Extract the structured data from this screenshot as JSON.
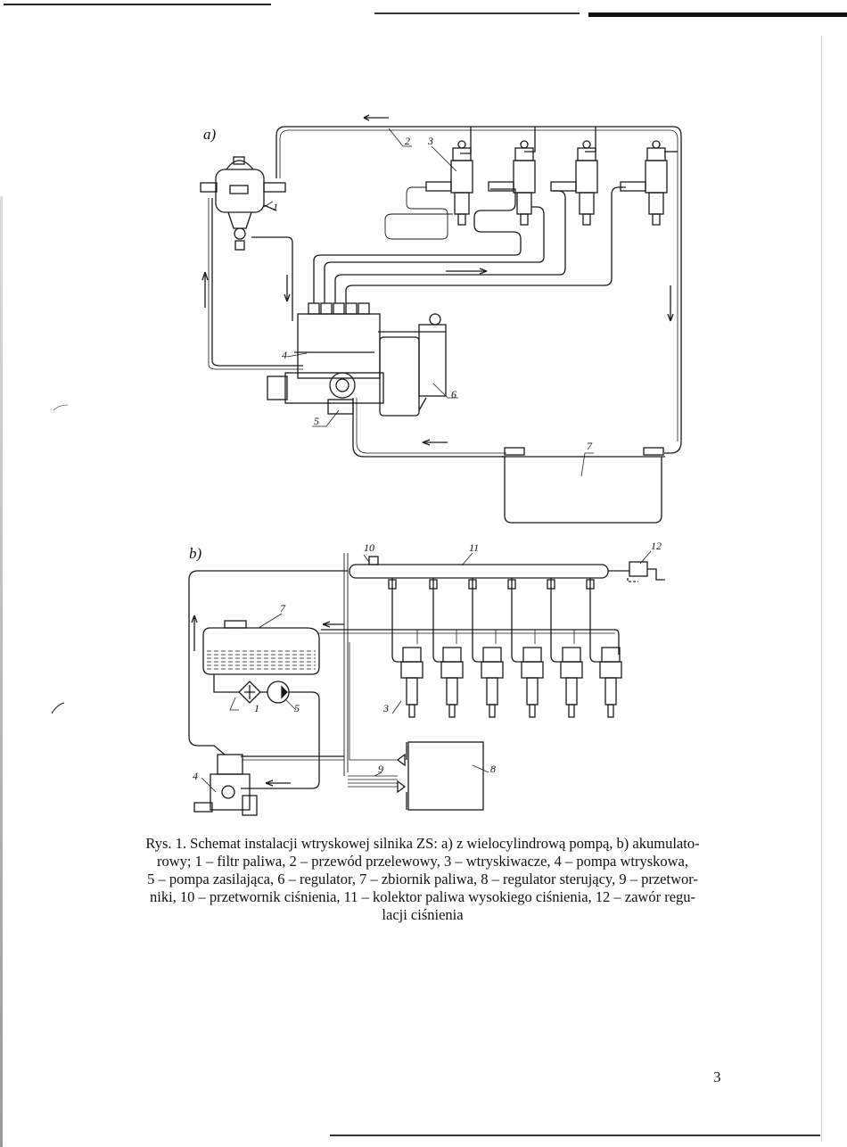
{
  "figure": {
    "part_a_label": "a)",
    "part_b_label": "b)",
    "part_a_callouts": [
      "1",
      "2",
      "3",
      "4",
      "5",
      "6",
      "7"
    ],
    "part_b_callouts": [
      "1",
      "3",
      "4",
      "5",
      "7",
      "8",
      "9",
      "10",
      "11",
      "12"
    ]
  },
  "caption": {
    "line1": "Rys. 1. Schemat instalacji wtryskowej silnika ZS: a) z wielocylindrową pompą, b) akumulato-",
    "line2": "rowy; 1 – filtr paliwa, 2 – przewód przelewowy, 3 – wtryskiwacze, 4 – pompa wtryskowa,",
    "line3": "5 – pompa zasilająca, 6 – regulator, 7 – zbiornik paliwa, 8 – regulator sterujący, 9 – przetwor-",
    "line4": "niki, 10 – przetwornik ciśnienia, 11 – kolektor paliwa wysokiego ciśnienia, 12 – zawór regu-",
    "line5": "lacji ciśnienia"
  },
  "page_number": "3"
}
